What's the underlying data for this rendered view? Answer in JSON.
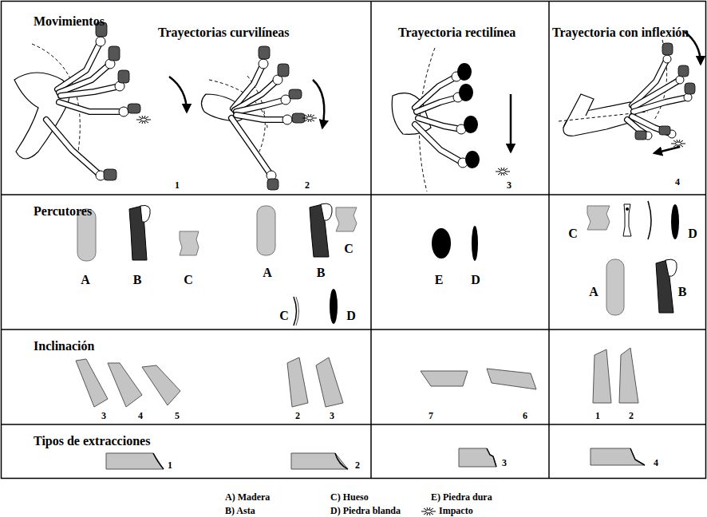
{
  "diagram": {
    "nodes": [
      {
        "text": [
          "Movimientos",
          "Trayectorias curvilíneas"
        ]
      },
      {
        "text": [
          "Trayectoria rectilínea"
        ]
      },
      {
        "text": [
          "Trayectoria con inflexión"
        ]
      },
      {
        "text": [
          "Percutores"
        ]
      },
      {
        "text": [
          "Inclinación"
        ]
      },
      {
        "text": [
          "Tipos de extracciones"
        ]
      }
    ],
    "labels": [
      "1",
      "2",
      "3",
      "4",
      "A",
      "B",
      "C",
      "A",
      "B",
      "C",
      "C",
      "D",
      "E",
      "D",
      "C",
      "D",
      "A",
      "B",
      "3",
      "4",
      "5",
      "2",
      "3",
      "7",
      "6",
      "1",
      "2",
      "1",
      "2",
      "3",
      "4"
    ],
    "legend": [
      {
        "text": "A) Madera"
      },
      {
        "text": "B) Asta"
      },
      {
        "text": "C) Hueso"
      },
      {
        "text": "D) Piedra blanda"
      },
      {
        "text": "E) Piedra dura"
      },
      {
        "text": "Impacto"
      }
    ]
  }
}
